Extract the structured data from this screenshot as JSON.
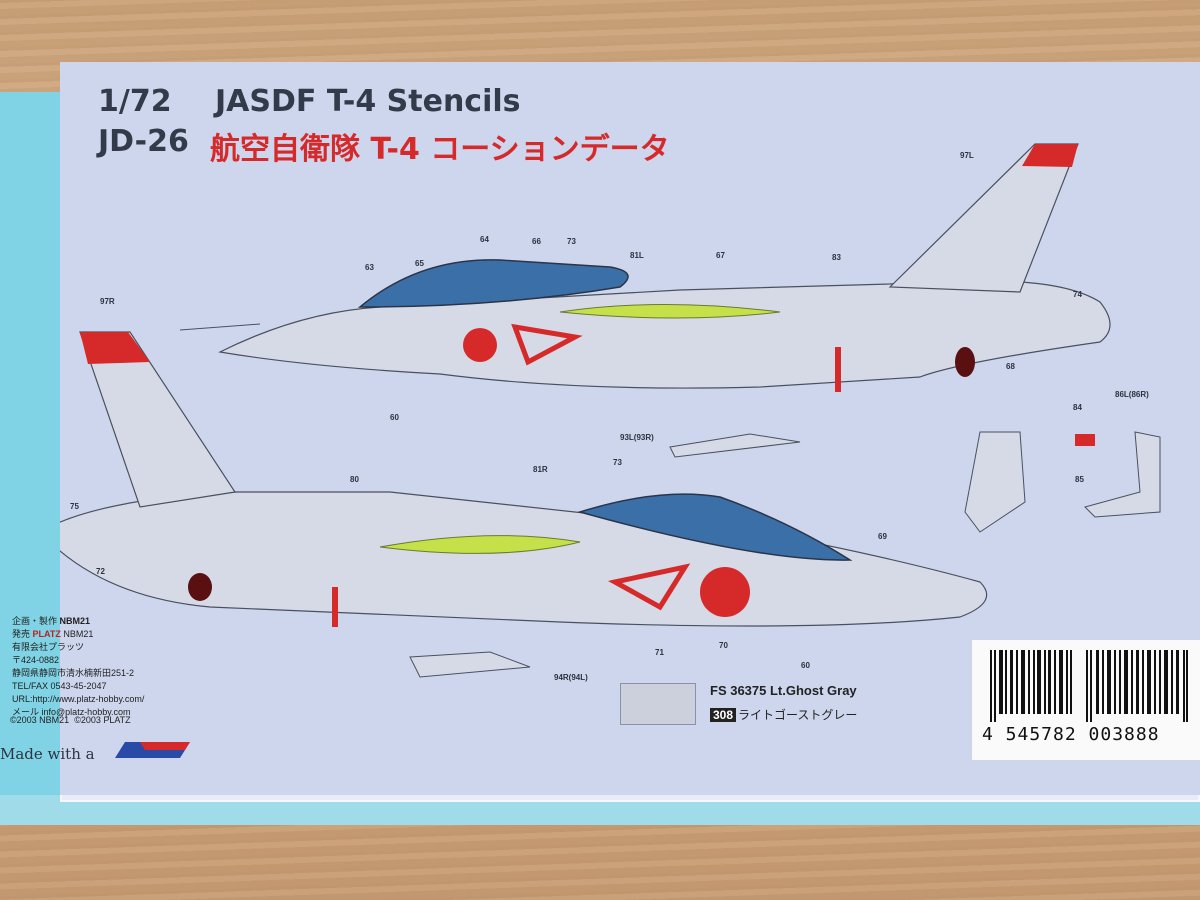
{
  "header": {
    "scale": "1/72",
    "product_code": "JD-26",
    "title_en": "JASDF T-4 Stencils",
    "title_jp": "航空自衛隊 T-4 コーションデータ"
  },
  "callouts": [
    "97L",
    "97R",
    "63",
    "65",
    "64",
    "66",
    "73",
    "81L",
    "67",
    "83",
    "74",
    "60",
    "68",
    "93L(93R)",
    "84",
    "86L(86R)",
    "85",
    "75",
    "80",
    "81R",
    "73",
    "69",
    "72",
    "71",
    "70",
    "60",
    "94R(94L)"
  ],
  "publisher": {
    "plan_label": "企画・製作",
    "plan_name": "NBM21",
    "sale_label": "発売",
    "sale_brand": "PLATZ",
    "sale_name1": "NBM21",
    "sale_name2": "有限会社プラッツ",
    "postal": "〒424-0882",
    "address": "静岡県静岡市清水楠新田251-2",
    "tel": "TEL/FAX 0543-45-2047",
    "url": "URL:http://www.platz-hobby.com/",
    "mail_label": "メール",
    "mail": "info@platz-hobby.com"
  },
  "copyright": {
    "c1": "©2003 NBM21",
    "c2": "©2003 PLATZ"
  },
  "made_with": "Made with a",
  "color_ref": {
    "fs": "FS 36375 Lt.Ghost Gray",
    "code": "308",
    "name": "ライトゴーストグレー"
  },
  "barcode": {
    "digits": "4 545782 003888"
  },
  "colors": {
    "sheet": "#cdd6ec",
    "red": "#d62a2a",
    "green_panel": "#c6e04a",
    "canopy": "#3b6fa8"
  }
}
